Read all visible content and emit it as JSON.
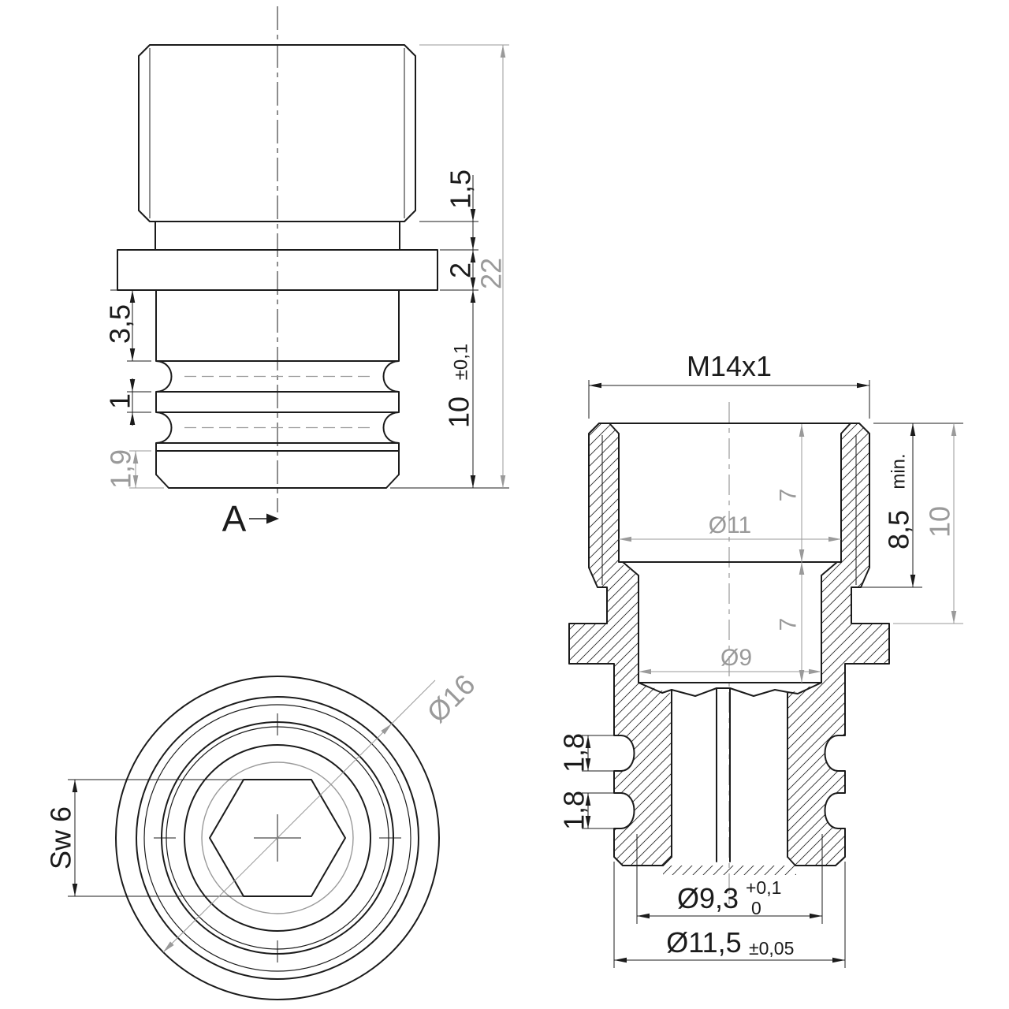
{
  "meta": {
    "type": "engineering-drawing",
    "views": [
      "side-elevation",
      "section-A-A",
      "bottom-view"
    ],
    "colors": {
      "ink": "#1b1b1b",
      "reference_gray": "#9a9a9a",
      "background": "#ffffff"
    }
  },
  "side_view": {
    "neck_height": "1,5",
    "flange_thickness": "2",
    "overall_height": "22",
    "groove_offset": "3,5",
    "land_width": "1",
    "chamfer_band": "1,9",
    "body_height": "10",
    "body_height_tol": "±0,1",
    "section_label": "A"
  },
  "section_view": {
    "thread": "M14x1",
    "bore_upper_dia": "Ø11",
    "bore_upper_depth": "7",
    "bore_lower_dia": "Ø9",
    "bore_lower_depth": "7",
    "thread_min_depth": "8,5",
    "thread_min_suffix": "min.",
    "ref_depth": "10",
    "groove_width_1": "1,8",
    "groove_width_2": "1,8",
    "groove_root_dia": "Ø9,3",
    "groove_root_tol_plus": "+0,1",
    "groove_root_tol_zero": "0",
    "body_dia": "Ø11,5",
    "body_dia_tol": "±0,05"
  },
  "bottom_view": {
    "flange_dia": "Ø16",
    "hex_socket": "Sw 6"
  }
}
